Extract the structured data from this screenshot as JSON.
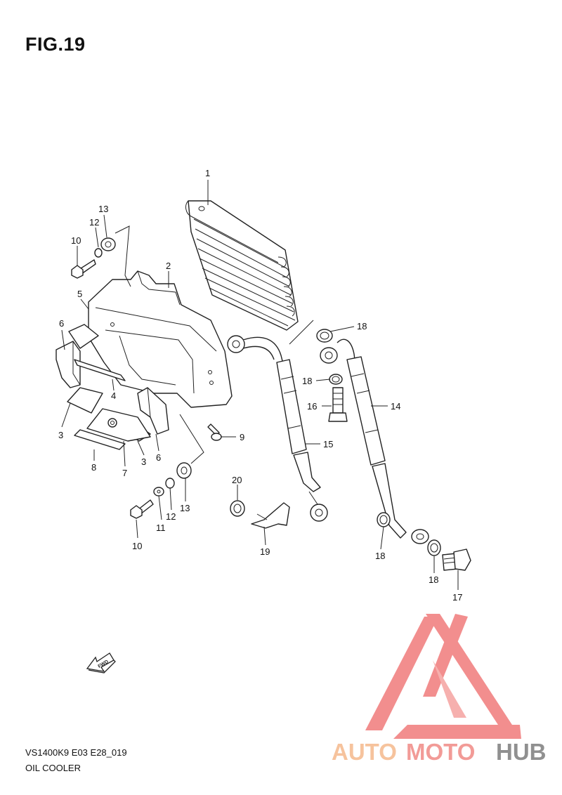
{
  "figure": {
    "title": "FIG.19",
    "code": "VS1400K9 E03 E28_019",
    "name": "OIL COOLER"
  },
  "arrow_label": "FWD",
  "watermark": {
    "part1": "AUTO",
    "part2": "MOTO",
    "part3": "HUB",
    "colors": {
      "triangle": "#f07b7b",
      "auto": "#f5b98c",
      "moto": "#f08a86",
      "hub": "#7d7d7d"
    }
  },
  "callouts": [
    {
      "id": "c1",
      "text": "1"
    },
    {
      "id": "c2",
      "text": "2"
    },
    {
      "id": "c3a",
      "text": "3"
    },
    {
      "id": "c3b",
      "text": "3"
    },
    {
      "id": "c4",
      "text": "4"
    },
    {
      "id": "c5",
      "text": "5"
    },
    {
      "id": "c6a",
      "text": "6"
    },
    {
      "id": "c6b",
      "text": "6"
    },
    {
      "id": "c7",
      "text": "7"
    },
    {
      "id": "c8",
      "text": "8"
    },
    {
      "id": "c9",
      "text": "9"
    },
    {
      "id": "c10a",
      "text": "10"
    },
    {
      "id": "c10b",
      "text": "10"
    },
    {
      "id": "c11",
      "text": "11"
    },
    {
      "id": "c12a",
      "text": "12"
    },
    {
      "id": "c12b",
      "text": "12"
    },
    {
      "id": "c13a",
      "text": "13"
    },
    {
      "id": "c13b",
      "text": "13"
    },
    {
      "id": "c14",
      "text": "14"
    },
    {
      "id": "c15",
      "text": "15"
    },
    {
      "id": "c16",
      "text": "16"
    },
    {
      "id": "c17",
      "text": "17"
    },
    {
      "id": "c18a",
      "text": "18"
    },
    {
      "id": "c18b",
      "text": "18"
    },
    {
      "id": "c18c",
      "text": "18"
    },
    {
      "id": "c18d",
      "text": "18"
    },
    {
      "id": "c19",
      "text": "19"
    },
    {
      "id": "c20",
      "text": "20"
    }
  ]
}
